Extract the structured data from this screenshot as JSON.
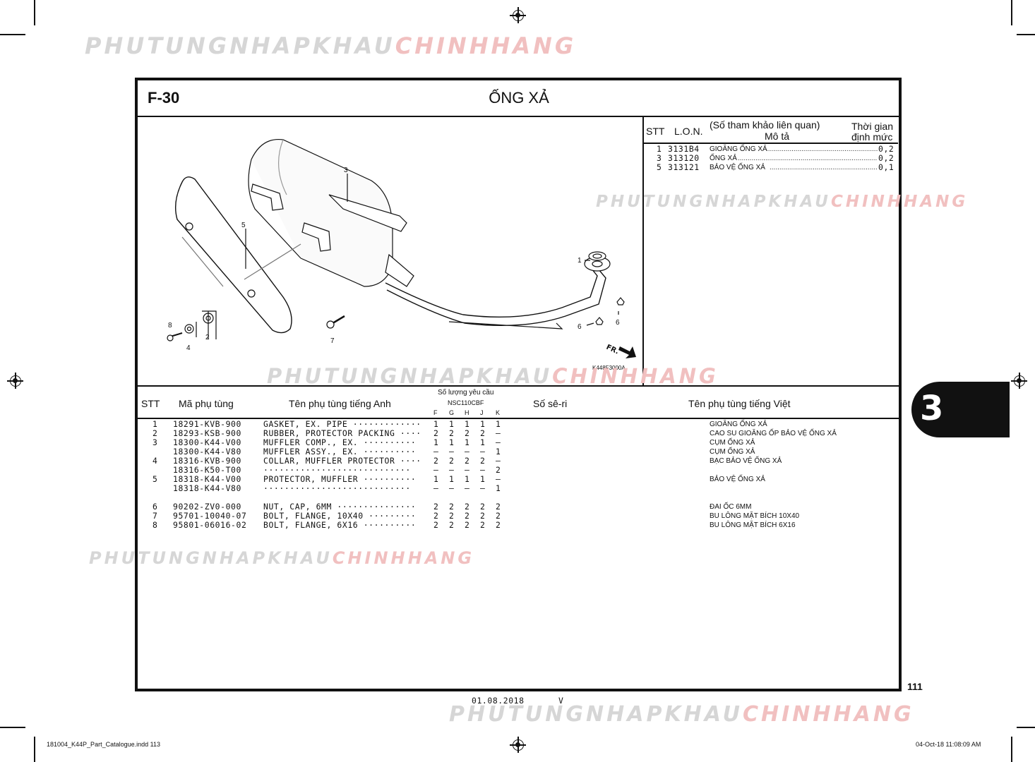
{
  "watermarks": [
    {
      "part1": "PHUTUNGNHAPKHAU",
      "part2": "CHINHHANG"
    },
    {
      "part1": "PHUTUNGNHAPKHAU",
      "part2": "CHINHHANG"
    },
    {
      "part1": "PHUTUNGNHAPKHAU",
      "part2": "CHINHHANG"
    },
    {
      "part1": "PHUTUNGNHAPKHAU",
      "part2": "CHINHHANG"
    },
    {
      "part1": "PHUTUNGNHAPKHAU",
      "part2": "CHINHHANG"
    }
  ],
  "header": {
    "code": "F-30",
    "title": "ỐNG XẢ"
  },
  "diagram": {
    "callouts": [
      "1",
      "2",
      "3",
      "4",
      "5",
      "6",
      "6",
      "7",
      "8"
    ],
    "fr_label": "FR.",
    "ref_code": "K448F3000A"
  },
  "labor_table": {
    "headers": {
      "stt": "STT",
      "lon": "L.O.N.",
      "desc1": "(Số tham khảo liên quan)",
      "desc2": "Mô tả",
      "time1": "Thời gian",
      "time2": "định mức"
    },
    "rows": [
      {
        "stt": "1",
        "lon": "3131B4",
        "desc": "GIOĂNG ỐNG XẢ",
        "time": "0,2"
      },
      {
        "stt": "3",
        "lon": "313120",
        "desc": "ỐNG XẢ",
        "time": "0,2"
      },
      {
        "stt": "5",
        "lon": "313121",
        "desc": "BẢO VỆ ỐNG XẢ",
        "time": "0,1"
      }
    ]
  },
  "parts_table": {
    "headers": {
      "stt": "STT",
      "part_no": "Mã phụ tùng",
      "name_en": "Tên phụ tùng tiếng Anh",
      "qty_title": "Số lượng yêu cầu",
      "model": "NSC110CBF",
      "cols": [
        "F",
        "G",
        "H",
        "J",
        "K"
      ],
      "serial": "Số sê-ri",
      "name_vn": "Tên phụ tùng tiếng Việt"
    },
    "rows": [
      {
        "stt": "1",
        "part_no": "18291-KVB-900",
        "name_en": "GASKET, EX. PIPE ·············",
        "qty": [
          "1",
          "1",
          "1",
          "1",
          "1"
        ],
        "name_vn": "GIOĂNG ỐNG XẢ"
      },
      {
        "stt": "2",
        "part_no": "18293-KSB-900",
        "name_en": "RUBBER, PROTECTOR PACKING ····",
        "qty": [
          "2",
          "2",
          "2",
          "2",
          "–"
        ],
        "name_vn": "CAO SU GIOĂNG ỐP BẢO VỆ ỐNG XẢ"
      },
      {
        "stt": "3",
        "part_no": "18300-K44-V00",
        "name_en": "MUFFLER COMP., EX. ··········",
        "qty": [
          "1",
          "1",
          "1",
          "1",
          "–"
        ],
        "name_vn": "CỤM ỐNG XẢ"
      },
      {
        "stt": "",
        "part_no": "18300-K44-V80",
        "name_en": "MUFFLER ASSY., EX. ··········",
        "qty": [
          "–",
          "–",
          "–",
          "–",
          "1"
        ],
        "name_vn": "CỤM ỐNG XẢ"
      },
      {
        "stt": "4",
        "part_no": "18316-KVB-900",
        "name_en": "COLLAR, MUFFLER PROTECTOR ····",
        "qty": [
          "2",
          "2",
          "2",
          "2",
          "–"
        ],
        "name_vn": "BẠC BẢO VỆ ỐNG XẢ"
      },
      {
        "stt": "",
        "part_no": "18316-K50-T00",
        "name_en": " ····························",
        "qty": [
          "–",
          "–",
          "–",
          "–",
          "2"
        ],
        "name_vn": ""
      },
      {
        "stt": "5",
        "part_no": "18318-K44-V00",
        "name_en": "PROTECTOR, MUFFLER ··········",
        "qty": [
          "1",
          "1",
          "1",
          "1",
          "–"
        ],
        "name_vn": "BẢO VỆ ỐNG XẢ"
      },
      {
        "stt": "",
        "part_no": "18318-K44-V80",
        "name_en": " ····························",
        "qty": [
          "–",
          "–",
          "–",
          "–",
          "1"
        ],
        "name_vn": ""
      },
      {
        "stt": "6",
        "part_no": "90202-ZV0-000",
        "name_en": "NUT, CAP, 6MM ···············",
        "qty": [
          "2",
          "2",
          "2",
          "2",
          "2"
        ],
        "name_vn": "ĐAI ỐC 6MM"
      },
      {
        "stt": "7",
        "part_no": "95701-10040-07",
        "name_en": "BOLT, FLANGE, 10X40 ·········",
        "qty": [
          "2",
          "2",
          "2",
          "2",
          "2"
        ],
        "name_vn": "BU LÔNG MẶT BÍCH 10X40"
      },
      {
        "stt": "8",
        "part_no": "95801-06016-02",
        "name_en": "BOLT, FLANGE, 6X16 ··········",
        "qty": [
          "2",
          "2",
          "2",
          "2",
          "2"
        ],
        "name_vn": "BU LÔNG MẶT BÍCH 6X16"
      }
    ]
  },
  "chapter_tab": "3",
  "page_number": "111",
  "footer": {
    "date": "01.08.2018",
    "version": "V"
  },
  "slug": {
    "file": "181004_K44P_Part_Catalogue.indd   113",
    "timestamp": "04-Oct-18   11:08:09 AM"
  }
}
